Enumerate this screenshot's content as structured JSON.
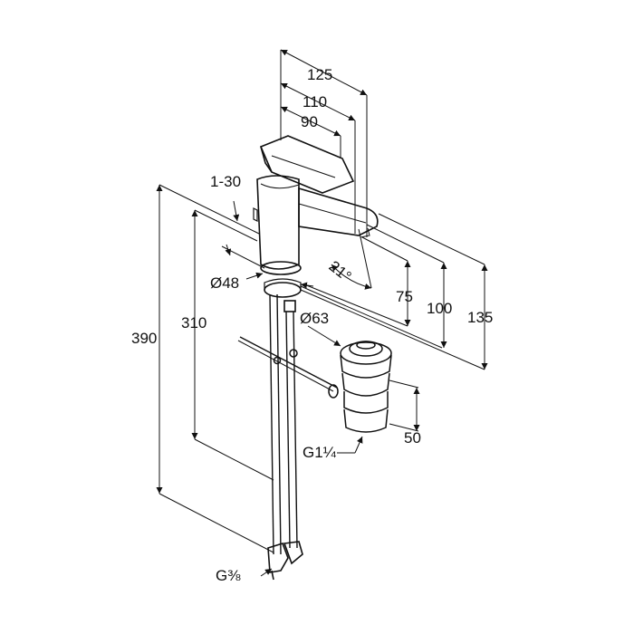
{
  "dimensions": {
    "d125": "125",
    "d110": "110",
    "d90": "90",
    "d1_30": "1-30",
    "d48": "Ø48",
    "d63": "Ø63",
    "d21": "21°",
    "d75": "75",
    "d100": "100",
    "d135": "135",
    "d390": "390",
    "d310": "310",
    "d50": "50",
    "g114": "G1¼",
    "g38": "G⅜"
  },
  "colors": {
    "line": "#111111",
    "background": "#ffffff"
  }
}
